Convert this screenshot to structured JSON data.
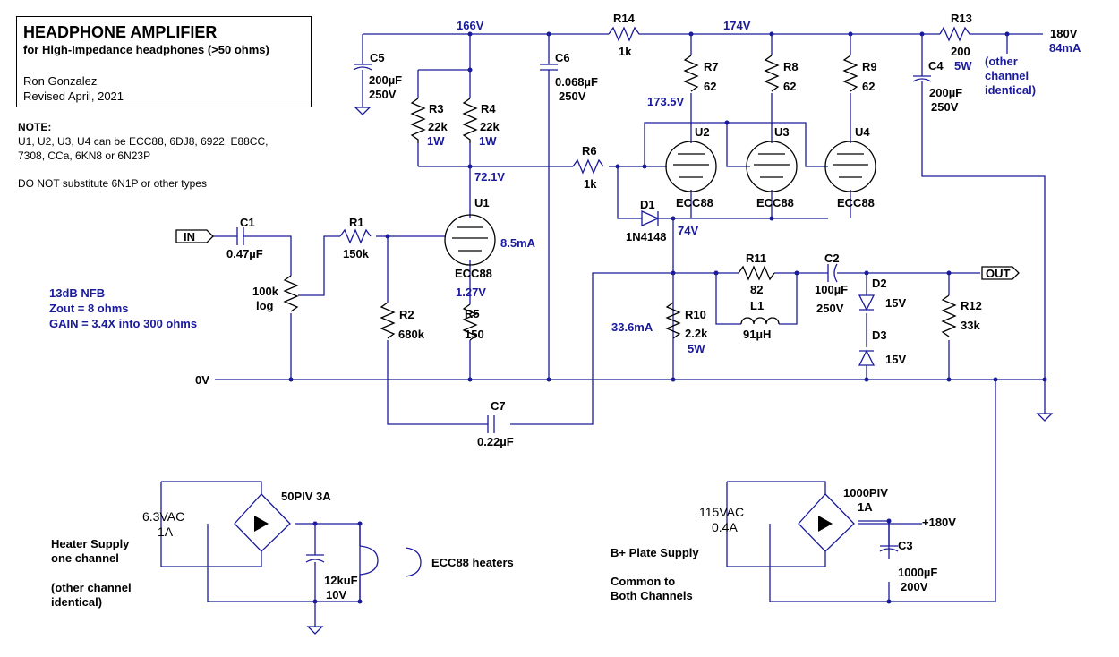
{
  "title": {
    "main": "HEADPHONE AMPLIFIER",
    "subtitle": "for High-Impedance headphones (>50 ohms)",
    "author": "Ron Gonzalez",
    "revised": "Revised April, 2021"
  },
  "note": {
    "heading": "NOTE:",
    "line1": "U1, U2, U3, U4 can be ECC88, 6DJ8, 6922, E88CC,",
    "line2": "7308, CCa, 6KN8 or 6N23P",
    "line3": "DO NOT substitute 6N1P or other types"
  },
  "specs": {
    "nfb": "13dB NFB",
    "zout": "Zout = 8 ohms",
    "gain": "GAIN = 3.4X into 300 ohms"
  },
  "ports": {
    "in": "IN",
    "out": "OUT"
  },
  "voltages": {
    "v166": "166V",
    "v174": "174V",
    "v180": "180V",
    "i84": "84mA",
    "v173_5": "173.5V",
    "v72_1": "72.1V",
    "v74": "74V",
    "v1_27": "1.27V",
    "i8_5": "8.5mA",
    "i33_6": "33.6mA",
    "gnd": "0V",
    "bplus": "+180V"
  },
  "other_channel": [
    "(other",
    "channel",
    "identical)"
  ],
  "components": {
    "C1": {
      "ref": "C1",
      "value": "0.47µF"
    },
    "C2": {
      "ref": "C2",
      "value": "100µF",
      "value2": "250V"
    },
    "C3": {
      "ref": "C3",
      "value": "1000µF",
      "value2": "200V"
    },
    "C4": {
      "ref": "C4",
      "value": "200µF",
      "value2": "250V"
    },
    "C5": {
      "ref": "C5",
      "value": "200µF",
      "value2": "250V"
    },
    "C6": {
      "ref": "C6",
      "value": "0.068µF",
      "value2": "250V"
    },
    "C7": {
      "ref": "C7",
      "value": "0.22µF"
    },
    "R1": {
      "ref": "R1",
      "value": "150k"
    },
    "R2": {
      "ref": "R2",
      "value": "680k"
    },
    "R3": {
      "ref": "R3",
      "value": "22k",
      "value2": "1W"
    },
    "R4": {
      "ref": "R4",
      "value": "22k",
      "value2": "1W"
    },
    "R5": {
      "ref": "R5",
      "value": "150"
    },
    "R6": {
      "ref": "R6",
      "value": "1k"
    },
    "R7": {
      "ref": "R7",
      "value": "62"
    },
    "R8": {
      "ref": "R8",
      "value": "62"
    },
    "R9": {
      "ref": "R9",
      "value": "62"
    },
    "R10": {
      "ref": "R10",
      "value": "2.2k",
      "value2": "5W"
    },
    "R11": {
      "ref": "R11",
      "value": "82"
    },
    "R12": {
      "ref": "R12",
      "value": "33k"
    },
    "R13": {
      "ref": "R13",
      "value": "200",
      "value2": "5W"
    },
    "R14": {
      "ref": "R14",
      "value": "1k"
    },
    "L1": {
      "ref": "L1",
      "value": "91µH"
    },
    "D1": {
      "ref": "D1",
      "value": "1N4148"
    },
    "D2": {
      "ref": "D2",
      "value": "15V"
    },
    "D3": {
      "ref": "D3",
      "value": "15V"
    },
    "U1": {
      "ref": "U1",
      "value": "ECC88"
    },
    "U2": {
      "ref": "U2",
      "value": "ECC88"
    },
    "U3": {
      "ref": "U3",
      "value": "ECC88"
    },
    "U4": {
      "ref": "U4",
      "value": "ECC88"
    },
    "POT": {
      "value": "100k",
      "value2": "log"
    }
  },
  "heater": {
    "vac": "6.3VAC",
    "amps": "1A",
    "bridge": "50PIV 3A",
    "cap": "12kuF",
    "cap_v": "10V",
    "load": "ECC88 heaters",
    "label1": "Heater Supply",
    "label2": "one channel",
    "label3": "(other channel",
    "label4": "identical)"
  },
  "bplus": {
    "vac": "115VAC",
    "amps": "0.4A",
    "bridge": "1000PIV",
    "bridge_a": "1A",
    "label1": "B+ Plate Supply",
    "label2": "Common to",
    "label3": "Both Channels"
  }
}
